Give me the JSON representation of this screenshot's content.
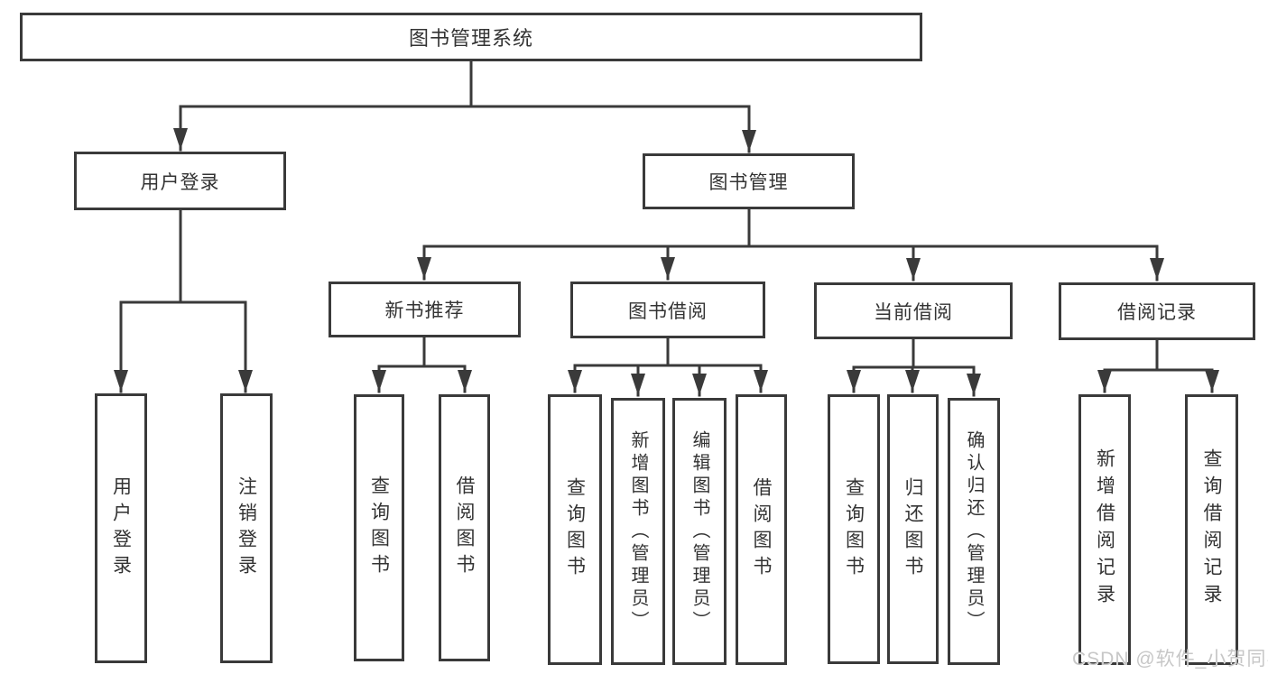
{
  "diagram": {
    "root_label": "图书管理系统",
    "level2": {
      "user_login": "用户登录",
      "book_manage": "图书管理"
    },
    "level3": {
      "new_book": "新书推荐",
      "book_borrow": "图书借阅",
      "current_borrow": "当前借阅",
      "borrow_record": "借阅记录"
    },
    "leaves": {
      "user_login": [
        "用户登录",
        "注销登录"
      ],
      "new_book": [
        "查询图书",
        "借阅图书"
      ],
      "book_borrow": [
        "查询图书",
        "新增图书（管理员）",
        "编辑图书（管理员）",
        "借阅图书"
      ],
      "current_borrow": [
        "查询图书",
        "归还图书",
        "确认归还（管理员）"
      ],
      "borrow_record": [
        "新增借阅记录",
        "查询借阅记录"
      ]
    },
    "watermark": "CSDN @软件_小贺同学",
    "colors": {
      "line": "#3a3a3a",
      "text": "#333333",
      "watermark": "#c7c7c7",
      "background": "#ffffff"
    }
  }
}
